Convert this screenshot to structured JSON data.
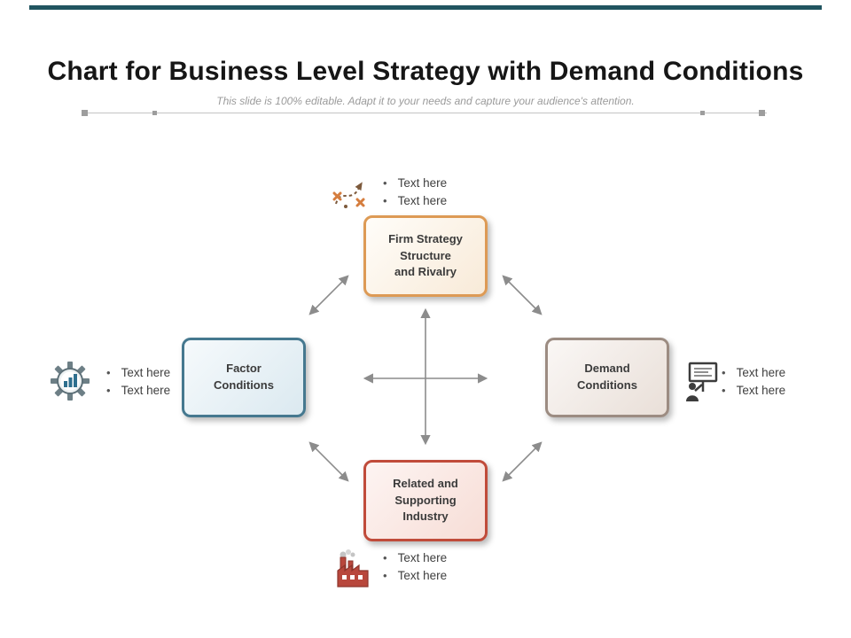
{
  "slide": {
    "title": "Chart for Business Level Strategy with Demand Conditions",
    "subtitle": "This slide is 100% editable. Adapt it to your needs and capture your audience's attention."
  },
  "colors": {
    "top_bar": "#215560",
    "arrow": "#8c8c8c",
    "node_top_border": "#dd9a55",
    "node_left_border": "#45788f",
    "node_right_border": "#9c8c82",
    "node_bottom_border": "#c04b3a"
  },
  "nodes": {
    "top": {
      "label": "Firm Strategy\nStructure\nand Rivalry",
      "icon": "strategy-path-icon",
      "bullets": [
        "Text here",
        "Text here"
      ]
    },
    "left": {
      "label": "Factor\nConditions",
      "icon": "gear-chart-icon",
      "bullets": [
        "Text here",
        "Text here"
      ]
    },
    "right": {
      "label": "Demand\nConditions",
      "icon": "presenter-billboard-icon",
      "bullets": [
        "Text here",
        "Text here"
      ]
    },
    "bottom": {
      "label": "Related and\nSupporting Industry",
      "icon": "factory-icon",
      "bullets": [
        "Text here",
        "Text here"
      ]
    }
  }
}
